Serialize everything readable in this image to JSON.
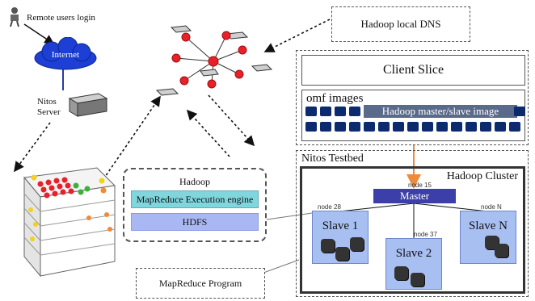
{
  "remote": {
    "label": "Remote users login"
  },
  "internet": {
    "label": "Internet"
  },
  "nitos_server": {
    "label": "Nitos\nServer"
  },
  "dns": {
    "label": "Hadoop local DNS"
  },
  "client_slice": {
    "label": "Client Slice"
  },
  "omf": {
    "title": "omf images",
    "image_label": "Hadoop master/slave image"
  },
  "testbed": {
    "title": "Nitos Testbed"
  },
  "cluster": {
    "title": "Hadoop Cluster",
    "master": {
      "label": "Master",
      "node": "node 15"
    },
    "slaves": [
      {
        "label": "Slave 1",
        "node": "node 28"
      },
      {
        "label": "Slave 2",
        "node": "node 37"
      },
      {
        "label": "Slave N",
        "node": "node N"
      }
    ]
  },
  "hadoop": {
    "title": "Hadoop",
    "mapreduce_engine": "MapReduce Execution engine",
    "hdfs": "HDFS"
  },
  "program": {
    "label": "MapReduce Program"
  },
  "colors": {
    "red_node": "#e8202a",
    "engine": "#7fd6dd",
    "hdfs": "#a9b7f3",
    "master": "#3d3fa8",
    "slave": "#a8bff2",
    "orange": "#ee8a3c",
    "omf_square": "#0c2a6e"
  }
}
